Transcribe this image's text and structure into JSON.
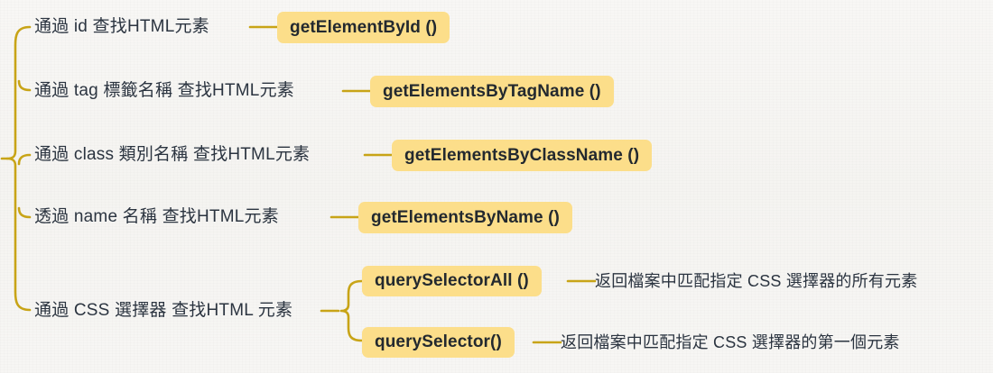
{
  "diagram": {
    "type": "mind-map",
    "title_implied": "JavaScript DOM 查找 HTML 元素的方法",
    "colors": {
      "background": "#f7f6f4",
      "badge_fill": "#fcde8a",
      "badge_text": "#23292f",
      "label_text": "#2b3440",
      "connector": "#c8a417"
    },
    "branches": [
      {
        "id": "by-id",
        "label": "通過 id 查找HTML元素",
        "method": "getElementById ()",
        "description": ""
      },
      {
        "id": "by-tag-name",
        "label": "通過 tag 標籤名稱 查找HTML元素",
        "method": "getElementsByTagName ()",
        "description": ""
      },
      {
        "id": "by-class-name",
        "label": "通過 class 類別名稱 查找HTML元素",
        "method": "getElementsByClassName ()",
        "description": ""
      },
      {
        "id": "by-name",
        "label": "透過 name 名稱 查找HTML元素",
        "method": "getElementsByName ()",
        "description": ""
      },
      {
        "id": "by-css-selector",
        "label": "通過 CSS 選擇器 查找HTML 元素",
        "children": [
          {
            "id": "query-selector-all",
            "method": "querySelectorAll ()",
            "description": "返回檔案中匹配指定 CSS 選擇器的所有元素"
          },
          {
            "id": "query-selector",
            "method": "querySelector()",
            "description": "返回檔案中匹配指定 CSS 選擇器的第一個元素"
          }
        ]
      }
    ]
  }
}
